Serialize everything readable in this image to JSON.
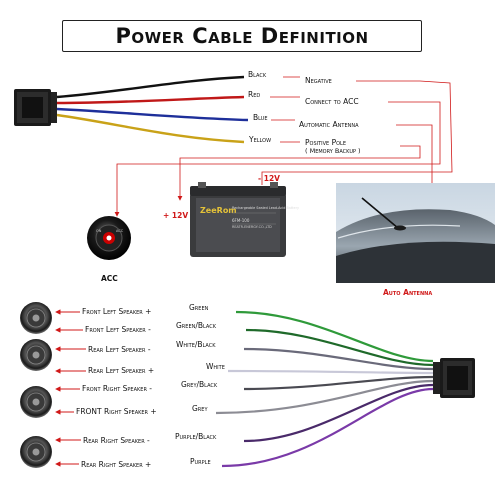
{
  "title": "Power Cable Definition",
  "top_wires": [
    {
      "color_name": "Black",
      "function": "Negative",
      "wire_color": "#111111"
    },
    {
      "color_name": "Red",
      "function": "Connect to ACC",
      "wire_color": "#c01818"
    },
    {
      "color_name": "Blue",
      "function": "Automatic Antenna",
      "wire_color": "#1e2f9a"
    },
    {
      "color_name": "Yellow",
      "function": "Positive Pole",
      "function_note": "( Memory Backup )",
      "wire_color": "#c9a218"
    }
  ],
  "battery": {
    "positive_label": "+ 12V",
    "negative_label": "- 12V",
    "brand": "ZeeRom",
    "caption": "Rechargeable Sealed Lead-Acid Battery",
    "model": "6FM-100",
    "rating": "REATR-ENERGY-CO.,LTD"
  },
  "acc_label": "ACC",
  "antenna_label": "Auto Antenna",
  "speaker_wires": [
    {
      "speaker": "Front Left Speaker +",
      "wire_label": "Green",
      "wire_color": "#2f9a3a"
    },
    {
      "speaker": "Front Left Speaker -",
      "wire_label": "Green/Black",
      "wire_color": "#1f6a2a"
    },
    {
      "speaker": "Rear Left Speaker -",
      "wire_label": "White/Black",
      "wire_color": "#6a6a7a"
    },
    {
      "speaker": "Rear Left Speaker +",
      "wire_label": "White",
      "wire_color": "#c8c8d8"
    },
    {
      "speaker": "Front Right Speaker -",
      "wire_label": "Grey/Black",
      "wire_color": "#4a4a52"
    },
    {
      "speaker": "FRONT Right Speaker +",
      "wire_label": "Grey",
      "wire_color": "#8c8c94"
    },
    {
      "speaker": "Rear Right Speaker -",
      "wire_label": "Purple/Black",
      "wire_color": "#4a2a6a"
    },
    {
      "speaker": "Rear Right Speaker +",
      "wire_label": "Purple",
      "wire_color": "#7a3aa8"
    }
  ],
  "colors": {
    "accent_red": "#d01818",
    "ink": "#111111"
  }
}
